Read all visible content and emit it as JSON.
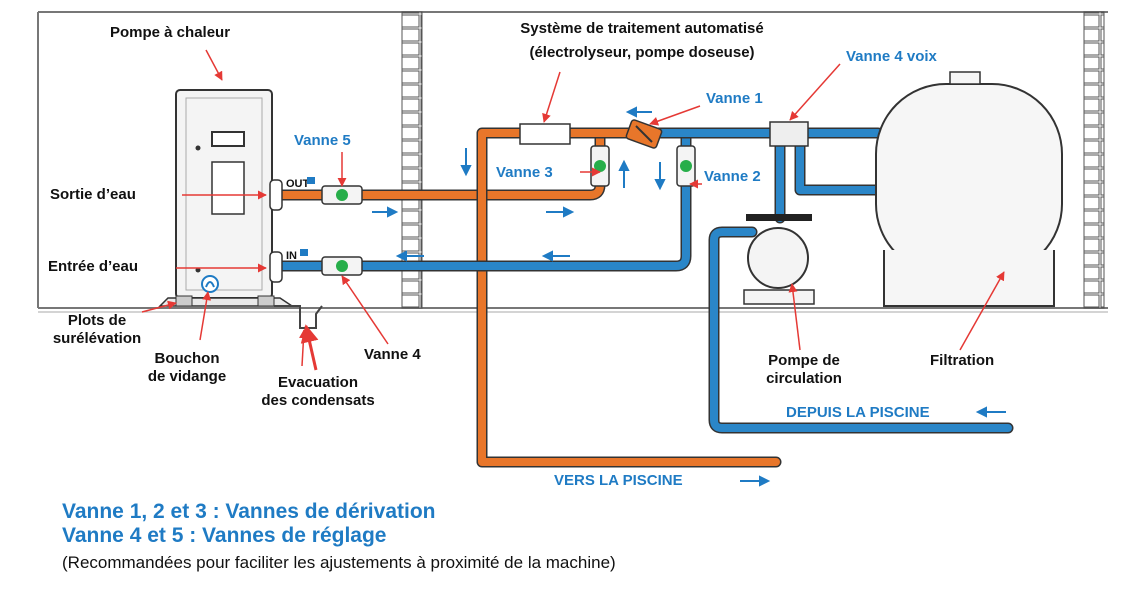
{
  "labels": {
    "heat_pump": "Pompe à chaleur",
    "treatment_line1": "Système de traitement automatisé",
    "treatment_line2": "(électrolyseur, pompe doseuse)",
    "valve_4way": "Vanne 4 voix",
    "valve_1": "Vanne 1",
    "valve_2": "Vanne 2",
    "valve_3": "Vanne 3",
    "valve_4": "Vanne 4",
    "valve_5": "Vanne 5",
    "water_out": "Sortie d’eau",
    "water_in": "Entrée d’eau",
    "feet_line1": "Plots de",
    "feet_line2": "surélévation",
    "drain_plug_line1": "Bouchon",
    "drain_plug_line2": "de vidange",
    "condensate_line1": "Evacuation",
    "condensate_line2": "des condensats",
    "pump_line1": "Pompe de",
    "pump_line2": "circulation",
    "filtration": "Filtration",
    "from_pool": "DEPUIS LA PISCINE",
    "to_pool": "VERS LA PISCINE",
    "port_out": "OUT",
    "port_in": "IN"
  },
  "legend": {
    "line1": "Vanne 1, 2 et 3 : Vannes de dérivation",
    "line2": "Vanne 4 et 5 : Vannes de réglage",
    "line3": "(Recommandées pour faciliter les ajustements à proximité de la machine)"
  },
  "colors": {
    "hot_pipe": "#e8762a",
    "cold_pipe": "#2a86c8",
    "arrow_red": "#e53935",
    "label_blue": "#1f7bc4",
    "valve_green": "#27ae4a"
  }
}
